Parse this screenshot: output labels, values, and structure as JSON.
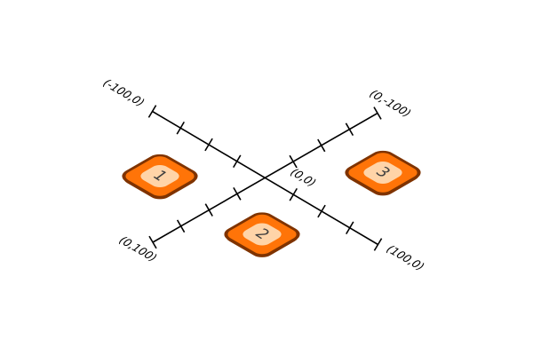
{
  "colors": {
    "background": "#ffffff",
    "axis_color": "#000000",
    "tile_fill": "#ff7408",
    "tile_border": "#7f3300",
    "tile_inner": "#ffd4a8",
    "tile_number": "#404040"
  },
  "axes": {
    "x_axis": {
      "negative_end_label": "(-100,0)",
      "positive_end_label": "(100,0)",
      "ticks_per_half_axis": 4
    },
    "y_axis": {
      "negative_end_label": "(0,-100)",
      "positive_end_label": "(0,100)",
      "ticks_per_half_axis": 4
    },
    "origin_label": "(0,0)"
  },
  "tiles": [
    {
      "label": "1"
    },
    {
      "label": "2"
    },
    {
      "label": "3"
    }
  ]
}
